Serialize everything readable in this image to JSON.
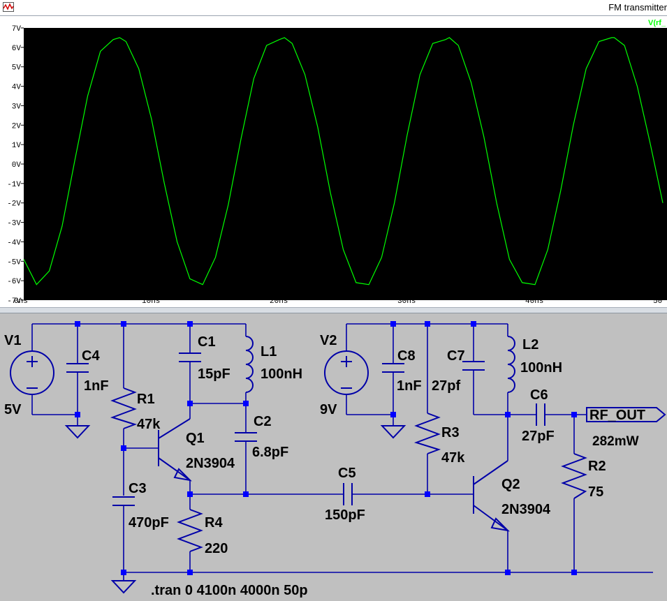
{
  "window": {
    "title": "FM transmitter"
  },
  "plot": {
    "trace_label": "V(rf_",
    "trace_color": "#00ff00",
    "background": "#000000",
    "y_ticks": [
      "7V",
      "6V",
      "5V",
      "4V",
      "3V",
      "2V",
      "1V",
      "0V",
      "-1V",
      "-2V",
      "-3V",
      "-4V",
      "-5V",
      "-6V",
      "-7V"
    ],
    "x_ticks": [
      "0ns",
      "10ns",
      "20ns",
      "30ns",
      "40ns",
      "50"
    ]
  },
  "chart_data": {
    "type": "line",
    "title": "",
    "xlabel": "",
    "ylabel": "",
    "series": [
      {
        "name": "V(rf_",
        "x": [
          0,
          1,
          2,
          3,
          4,
          5,
          6,
          7,
          7.5,
          8,
          9,
          10,
          11,
          12,
          13,
          14,
          15,
          16,
          17,
          18,
          19,
          20,
          20.4,
          21,
          22,
          23,
          24,
          25,
          26,
          27,
          28,
          29,
          30,
          31,
          32,
          33,
          33.3,
          34,
          35,
          36,
          37,
          38,
          39,
          40,
          41,
          42,
          43,
          44,
          45,
          46,
          46.2,
          47,
          48,
          49,
          50
        ],
        "y": [
          -4.9,
          -6.2,
          -5.5,
          -3.2,
          0.2,
          3.5,
          5.8,
          6.4,
          6.5,
          6.3,
          4.9,
          2.3,
          -1.0,
          -4.0,
          -5.9,
          -6.2,
          -4.8,
          -2.1,
          1.3,
          4.4,
          6.1,
          6.4,
          6.5,
          6.2,
          4.6,
          1.9,
          -1.5,
          -4.4,
          -6.1,
          -6.2,
          -4.8,
          -2.0,
          1.5,
          4.6,
          6.2,
          6.4,
          6.5,
          6.1,
          4.2,
          1.4,
          -2.0,
          -4.9,
          -6.1,
          -6.2,
          -4.4,
          -1.4,
          2.0,
          4.9,
          6.3,
          6.5,
          6.5,
          6.1,
          4.0,
          1.1,
          -2.0
        ]
      }
    ],
    "xlim": [
      0,
      50
    ],
    "ylim": [
      -7,
      7
    ],
    "grid": false,
    "legend": "top-right"
  },
  "schematic": {
    "labels": {
      "v1": "V1",
      "v1_val": "5V",
      "c4": "C4",
      "c4_val": "1nF",
      "r1": "R1",
      "r1_val": "47k",
      "c1": "C1",
      "c1_val": "15pF",
      "l1": "L1",
      "l1_val": "100nH",
      "c2": "C2",
      "c2_val": "6.8pF",
      "q1": "Q1",
      "q1_val": "2N3904",
      "c3": "C3",
      "c3_val": "470pF",
      "r4": "R4",
      "r4_val": "220",
      "c5": "C5",
      "c5_val": "150pF",
      "v2": "V2",
      "v2_val": "9V",
      "c8": "C8",
      "c8_val": "1nF",
      "c7": "C7",
      "c7_val": "27pf",
      "l2": "L2",
      "l2_val": "100nH",
      "c6": "C6",
      "c6_val": "27pF",
      "r3": "R3",
      "r3_val": "47k",
      "q2": "Q2",
      "q2_val": "2N3904",
      "r2": "R2",
      "r2_val": "75",
      "rf_out": "RF_OUT",
      "power": "282mW",
      "tran": ".tran 0 4100n 4000n 50p"
    },
    "wire_color": "#0000a8",
    "junction_color": "#0000ff"
  }
}
